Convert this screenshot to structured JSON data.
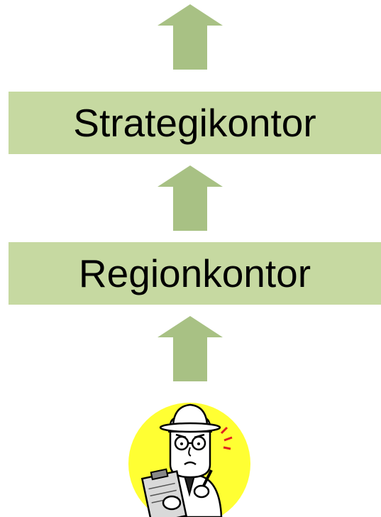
{
  "diagram": {
    "levels": [
      {
        "label": "Strategikontor"
      },
      {
        "label": "Regionkontor"
      }
    ],
    "flow_direction": "upward",
    "colors": {
      "box_fill": "#c6d9a1",
      "arrow_fill": "#a8c184",
      "inspector_background": "#ffff33"
    },
    "bottom_figure_icon": "inspector-with-clipboard-icon"
  }
}
